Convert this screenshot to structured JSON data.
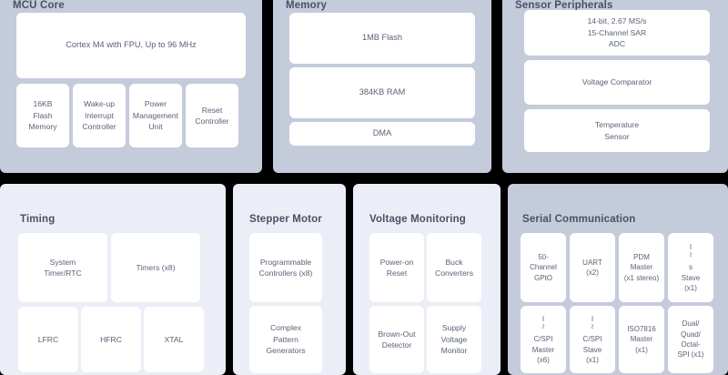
{
  "colors": {
    "panel_dark": "#c4cbdb",
    "panel_light": "#ebeef7",
    "block_fill": "#ffffff",
    "text": "#5b6275",
    "title_text": "#4a5165",
    "gap": "#000000"
  },
  "sections": {
    "mcu_core": {
      "title": "MCU Core",
      "blocks": {
        "cpu": "Cortex M4 with FPU, Up to 96 MHz",
        "flash_memory": [
          "16KB",
          "Flash",
          "Memory"
        ],
        "wake_up_interrupt_controller": [
          "Wake-up",
          "Interrupt",
          "Controller"
        ],
        "power_management_unit": [
          "Power",
          "Management",
          "Unit"
        ],
        "reset_controller": [
          "Reset",
          "Controller"
        ]
      }
    },
    "memory": {
      "title": "Memory",
      "blocks": {
        "flash": "1MB Flash",
        "ram": "384KB RAM",
        "dma": "DMA"
      }
    },
    "sensor_peripherals": {
      "title": "Sensor Peripherals",
      "blocks": {
        "adc": [
          "14-bit, 2.67 MS/s",
          "15-Channel SAR",
          "ADC"
        ],
        "voltage_comparator": "Voltage Comparator",
        "temperature_sensor": [
          "Temperature",
          "Sensor"
        ]
      }
    },
    "timing": {
      "title": "Timing",
      "blocks": {
        "system_timer_rtc": [
          "System",
          "Timer/RTC"
        ],
        "timers": "Timers (x8)",
        "lfrc": "LFRC",
        "hfrc": "HFRC",
        "xtal": "XTAL"
      }
    },
    "stepper_motor": {
      "title": "Stepper Motor",
      "blocks": {
        "programmable_controllers": [
          "Programmable",
          "Controllers (x8)"
        ],
        "complex_pattern_generators": [
          "Complex",
          "Pattern",
          "Generators"
        ]
      }
    },
    "voltage_monitoring": {
      "title": "Voltage Monitoring",
      "blocks": {
        "power_on_reset": [
          "Power-on",
          "Reset"
        ],
        "buck_converters": [
          "Buck",
          "Converters"
        ],
        "brown_out_detector": [
          "Brown-Out",
          "Detector"
        ],
        "supply_voltage_monitor": [
          "Supply",
          "Voltage",
          "Monitor"
        ]
      }
    },
    "serial_communication": {
      "title": "Serial Communication",
      "blocks": {
        "gpio": [
          "50-",
          "Channel",
          "GPtO"
        ],
        "uart": [
          "UART",
          "(x2)"
        ],
        "pdm_master": [
          "PDM",
          "Master",
          "(x1 stereo)"
        ],
        "i2s_slave": [
          "I",
          "s",
          "Stave",
          "(x1)"
        ],
        "i2c_spi_master": [
          "I",
          "C/SPI",
          "Master",
          "(x6)"
        ],
        "i2c_spi_slave": [
          "I",
          "C/SPI",
          "Stave",
          "(x1)"
        ],
        "iso7816_master": [
          "ISO7816",
          "Master",
          "(x1)"
        ],
        "dual_quad_octal_spi": [
          "Dual/",
          "Quad/",
          "Octal-",
          "SPI (x1)"
        ]
      }
    }
  }
}
